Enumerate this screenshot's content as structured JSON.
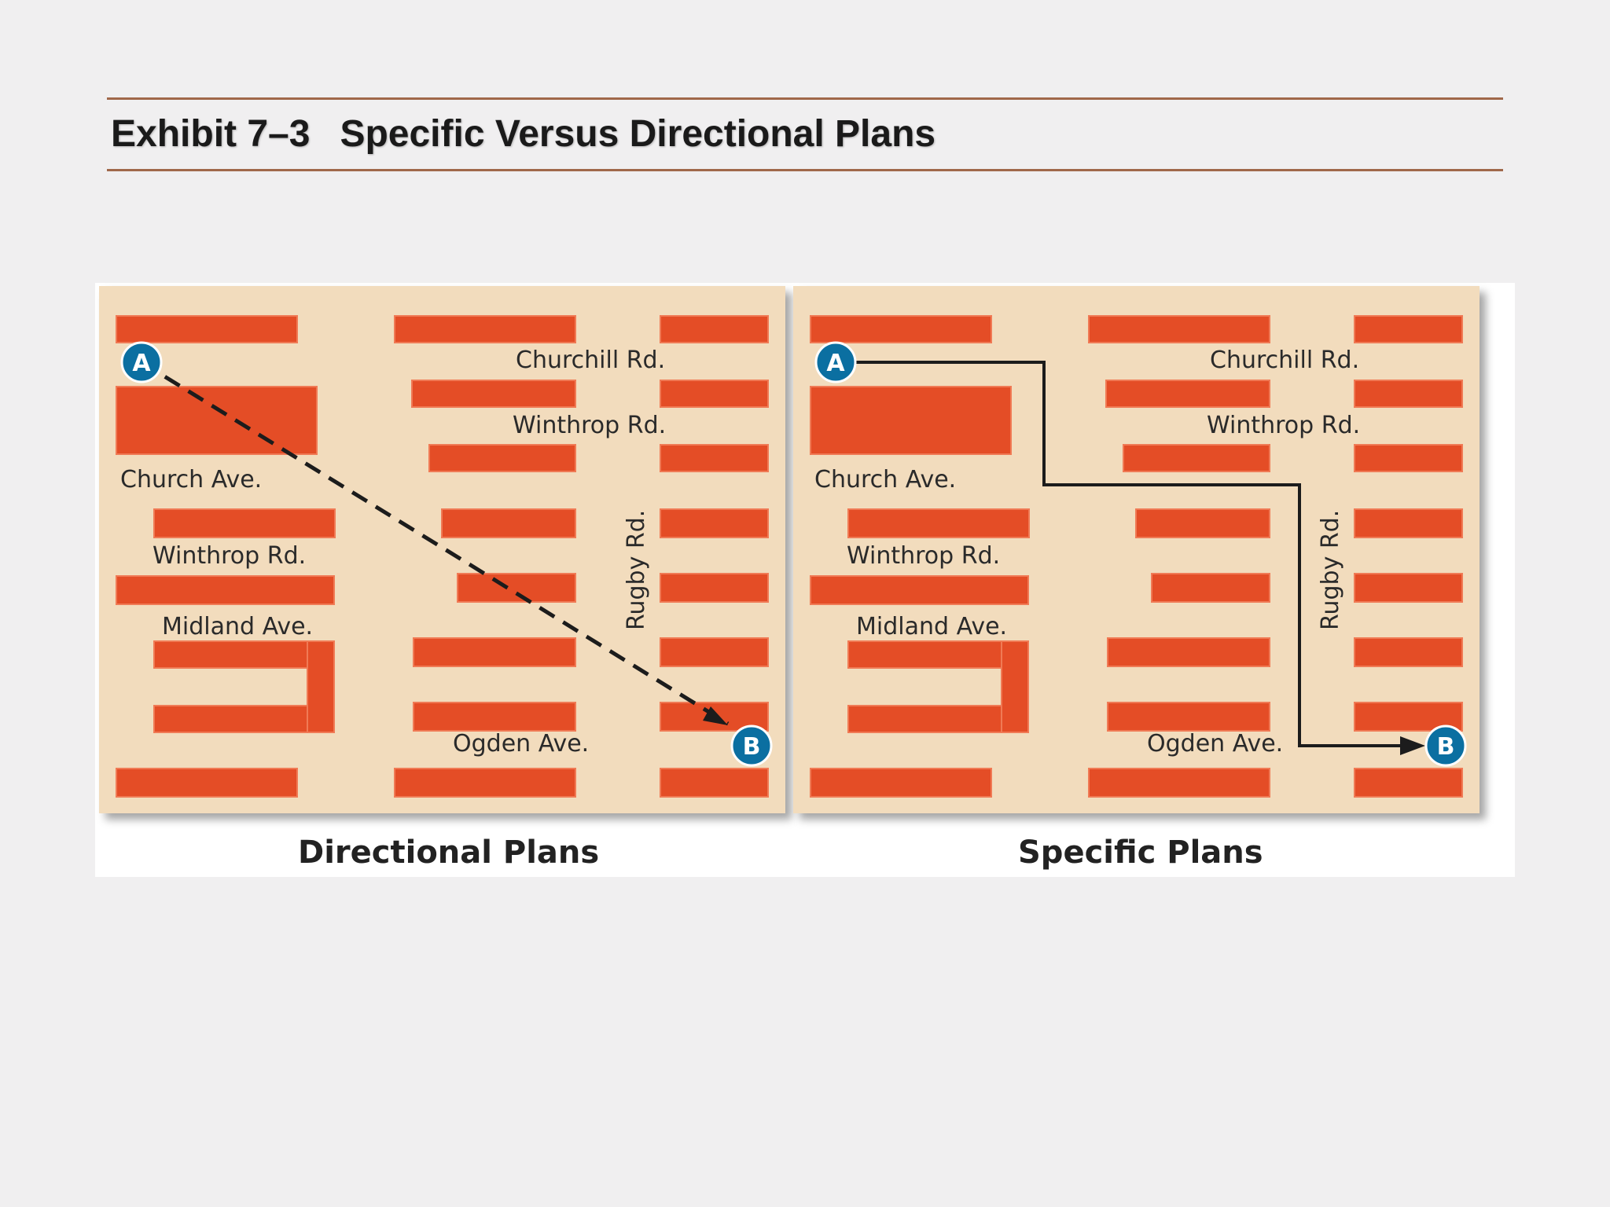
{
  "exhibit": {
    "number": "Exhibit 7–3",
    "title": "Specific Versus Directional Plans"
  },
  "maps": {
    "directional": {
      "caption": "Directional Plans",
      "route_style": "dashed-diagonal"
    },
    "specific": {
      "caption": "Specific Plans",
      "route_style": "solid-stepped"
    }
  },
  "street_labels": {
    "churchill": "Churchill Rd.",
    "winthrop": "Winthrop Rd.",
    "church": "Church Ave.",
    "midland": "Midland Ave.",
    "ogden": "Ogden Ave.",
    "rugby": "Rugby Rd."
  },
  "markers": {
    "start": "A",
    "end": "B"
  },
  "colors": {
    "map_bg": "#f2dcbd",
    "block": "#e44d26",
    "marker": "#0b6fa1",
    "route": "#1c1c1c",
    "rule": "#a0684a"
  }
}
